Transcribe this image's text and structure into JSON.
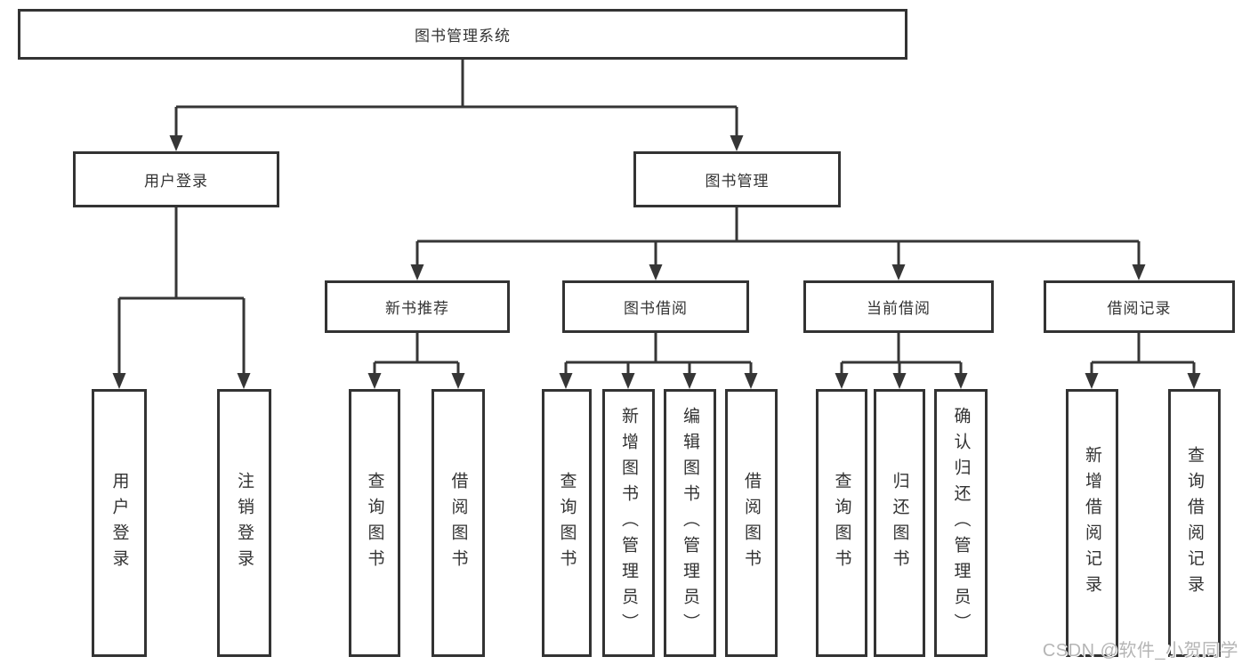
{
  "diagram": {
    "line_color": "#363636",
    "box_border_color": "#333333",
    "box_fill": "#ffffff",
    "text_color": "#333333",
    "tree": {
      "label": "图书管理系统",
      "children": [
        {
          "label": "用户登录",
          "children": [
            {
              "label": "用户登录"
            },
            {
              "label": "注销登录"
            }
          ]
        },
        {
          "label": "图书管理",
          "children": [
            {
              "label": "新书推荐",
              "children": [
                {
                  "label": "查询图书"
                },
                {
                  "label": "借阅图书"
                }
              ]
            },
            {
              "label": "图书借阅",
              "children": [
                {
                  "label": "查询图书"
                },
                {
                  "label": "新增图书（管理员）"
                },
                {
                  "label": "编辑图书（管理员）"
                },
                {
                  "label": "借阅图书"
                }
              ]
            },
            {
              "label": "当前借阅",
              "children": [
                {
                  "label": "查询图书"
                },
                {
                  "label": "归还图书"
                },
                {
                  "label": "确认归还（管理员）"
                }
              ]
            },
            {
              "label": "借阅记录",
              "children": [
                {
                  "label": "新增借阅记录"
                },
                {
                  "label": "查询借阅记录"
                }
              ]
            }
          ]
        }
      ]
    }
  },
  "watermark": {
    "text": "CSDN @软件_小贺同学",
    "color": "#b5b5b5"
  }
}
